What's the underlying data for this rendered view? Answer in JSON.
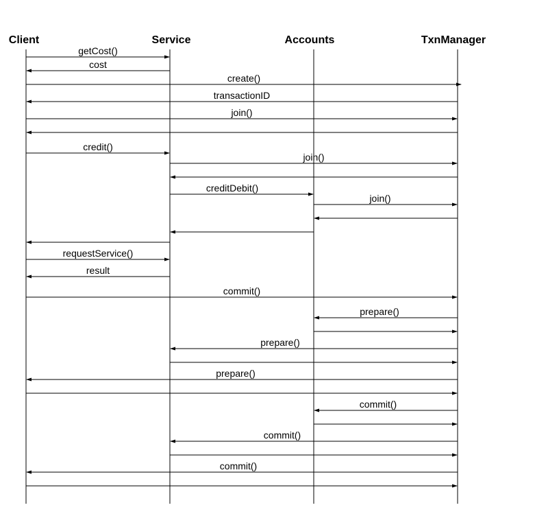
{
  "actors": [
    {
      "id": "client",
      "label": "Client"
    },
    {
      "id": "service",
      "label": "Service"
    },
    {
      "id": "accounts",
      "label": "Accounts"
    },
    {
      "id": "txn",
      "label": "TxnManager"
    }
  ],
  "messages": [
    {
      "from": "client",
      "to": "service",
      "label": "getCost()"
    },
    {
      "from": "service",
      "to": "client",
      "label": "cost"
    },
    {
      "from": "client",
      "to": "txn",
      "label": "create()"
    },
    {
      "from": "txn",
      "to": "client",
      "label": "transactionID"
    },
    {
      "from": "client",
      "to": "txn",
      "label": "join()"
    },
    {
      "from": "txn",
      "to": "client",
      "label": ""
    },
    {
      "from": "client",
      "to": "service",
      "label": "credit()"
    },
    {
      "from": "service",
      "to": "txn",
      "label": "join()"
    },
    {
      "from": "txn",
      "to": "service",
      "label": ""
    },
    {
      "from": "service",
      "to": "accounts",
      "label": "creditDebit()"
    },
    {
      "from": "accounts",
      "to": "txn",
      "label": "join()"
    },
    {
      "from": "txn",
      "to": "accounts",
      "label": ""
    },
    {
      "from": "accounts",
      "to": "service",
      "label": ""
    },
    {
      "from": "service",
      "to": "client",
      "label": ""
    },
    {
      "from": "client",
      "to": "service",
      "label": "requestService()"
    },
    {
      "from": "service",
      "to": "client",
      "label": "result"
    },
    {
      "from": "client",
      "to": "txn",
      "label": "commit()"
    },
    {
      "from": "txn",
      "to": "accounts",
      "label": "prepare()"
    },
    {
      "from": "accounts",
      "to": "txn",
      "label": ""
    },
    {
      "from": "txn",
      "to": "service",
      "label": "prepare()"
    },
    {
      "from": "service",
      "to": "txn",
      "label": ""
    },
    {
      "from": "txn",
      "to": "client",
      "label": "prepare()"
    },
    {
      "from": "client",
      "to": "txn",
      "label": ""
    },
    {
      "from": "txn",
      "to": "accounts",
      "label": "commit()"
    },
    {
      "from": "accounts",
      "to": "txn",
      "label": ""
    },
    {
      "from": "txn",
      "to": "service",
      "label": "commit()"
    },
    {
      "from": "service",
      "to": "txn",
      "label": ""
    },
    {
      "from": "txn",
      "to": "client",
      "label": "commit()"
    },
    {
      "from": "client",
      "to": "txn",
      "label": ""
    }
  ]
}
